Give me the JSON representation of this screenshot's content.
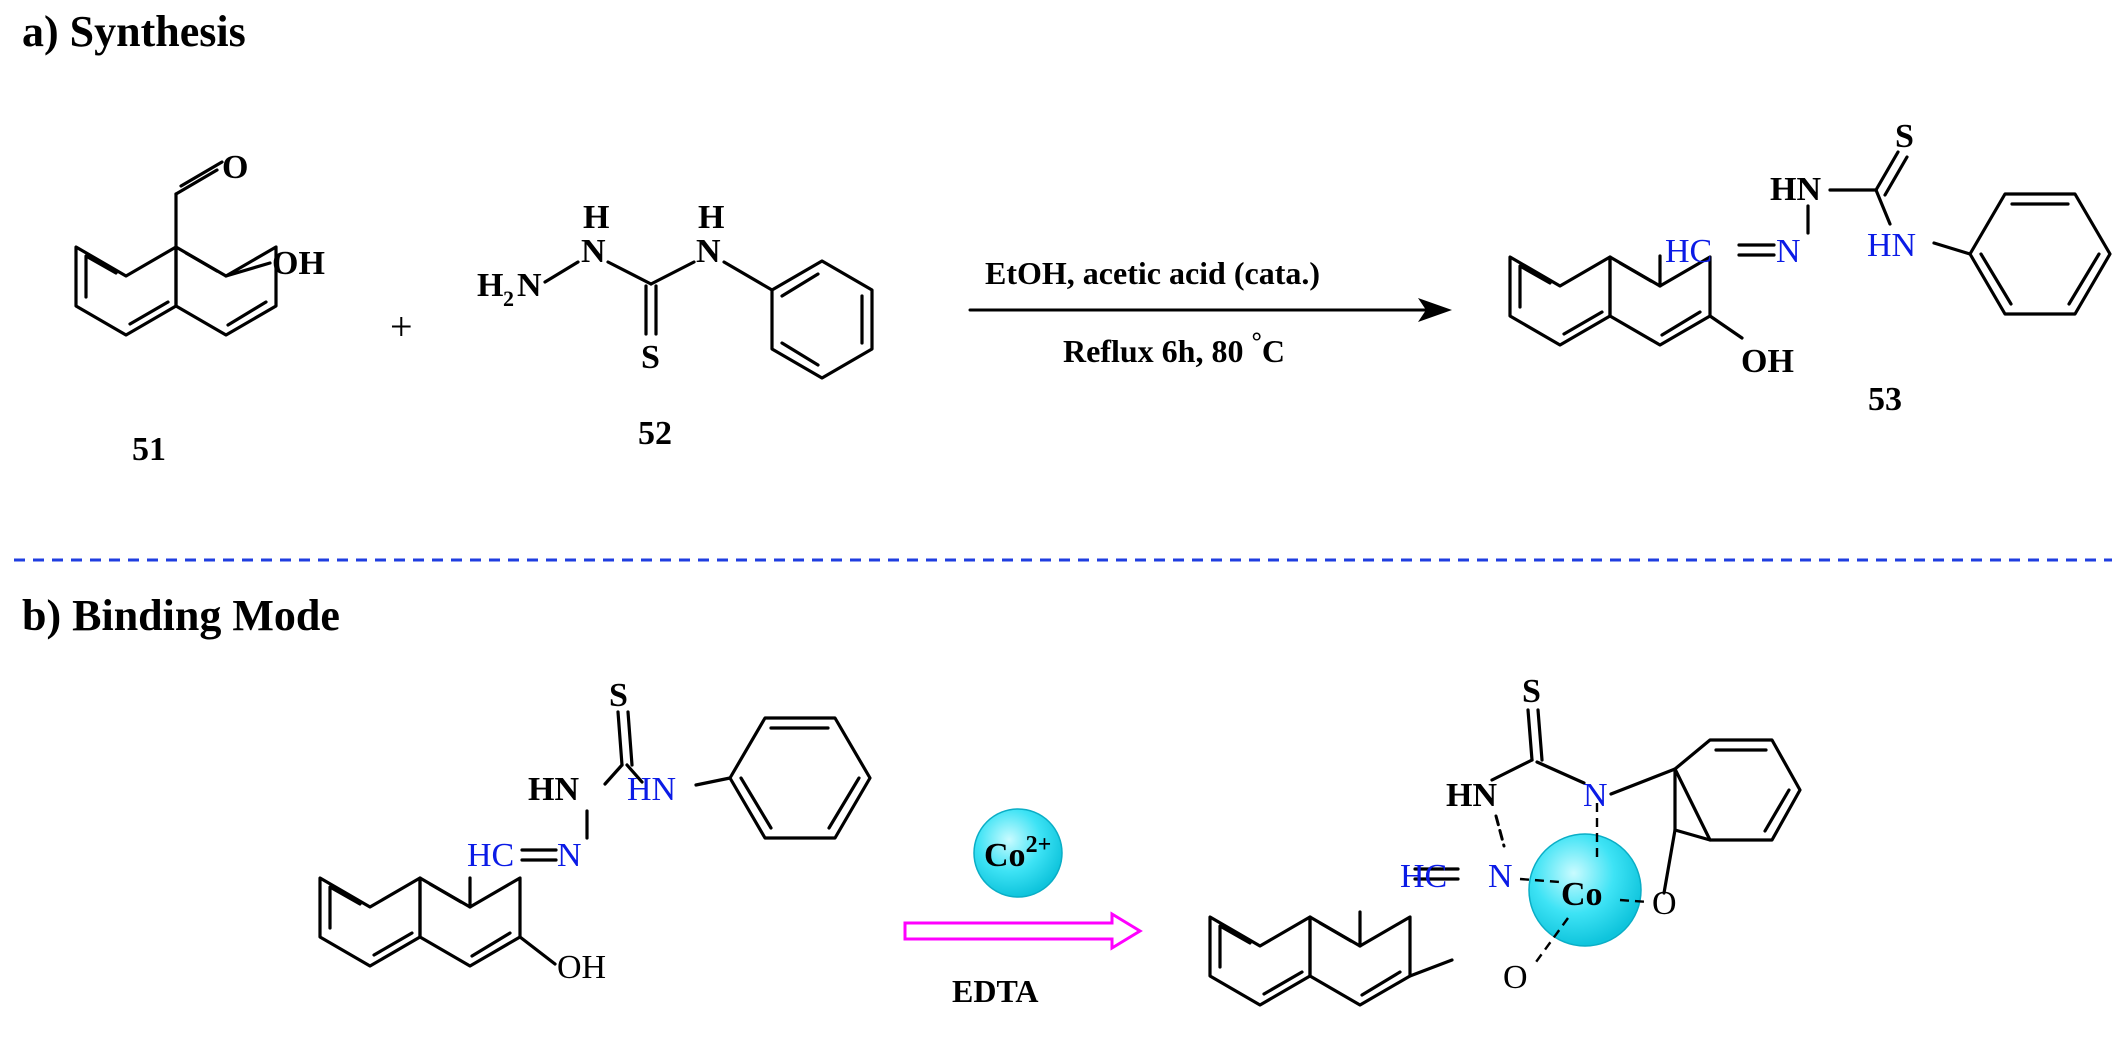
{
  "sections": {
    "synthesis_title": "a) Synthesis",
    "binding_title": "b) Binding Mode"
  },
  "compounds": {
    "c51": "51",
    "c52": "52",
    "c53": "53"
  },
  "atoms": {
    "O": "O",
    "OH": "OH",
    "H": "H",
    "N": "N",
    "H2N_H": "H",
    "H2N_2": "2",
    "H2N_N": "N",
    "S": "S",
    "HN": "HN",
    "HC": "HC",
    "Co": "Co",
    "Co2_base": "Co",
    "Co2_sup": "2+"
  },
  "reaction": {
    "plus": "+",
    "conditions_top": "EtOH, acetic acid (cata.)",
    "conditions_bottom": "Reflux 6h, 80 ",
    "degree": "°",
    "celsius": "C",
    "reverse_reagent": "EDTA"
  },
  "colors": {
    "heteroatom_blue": "#0b1be6",
    "metal_cyan": "#22d3ee",
    "arrow_magenta": "#ff00ff",
    "divider_blue": "#1f3ee0"
  }
}
